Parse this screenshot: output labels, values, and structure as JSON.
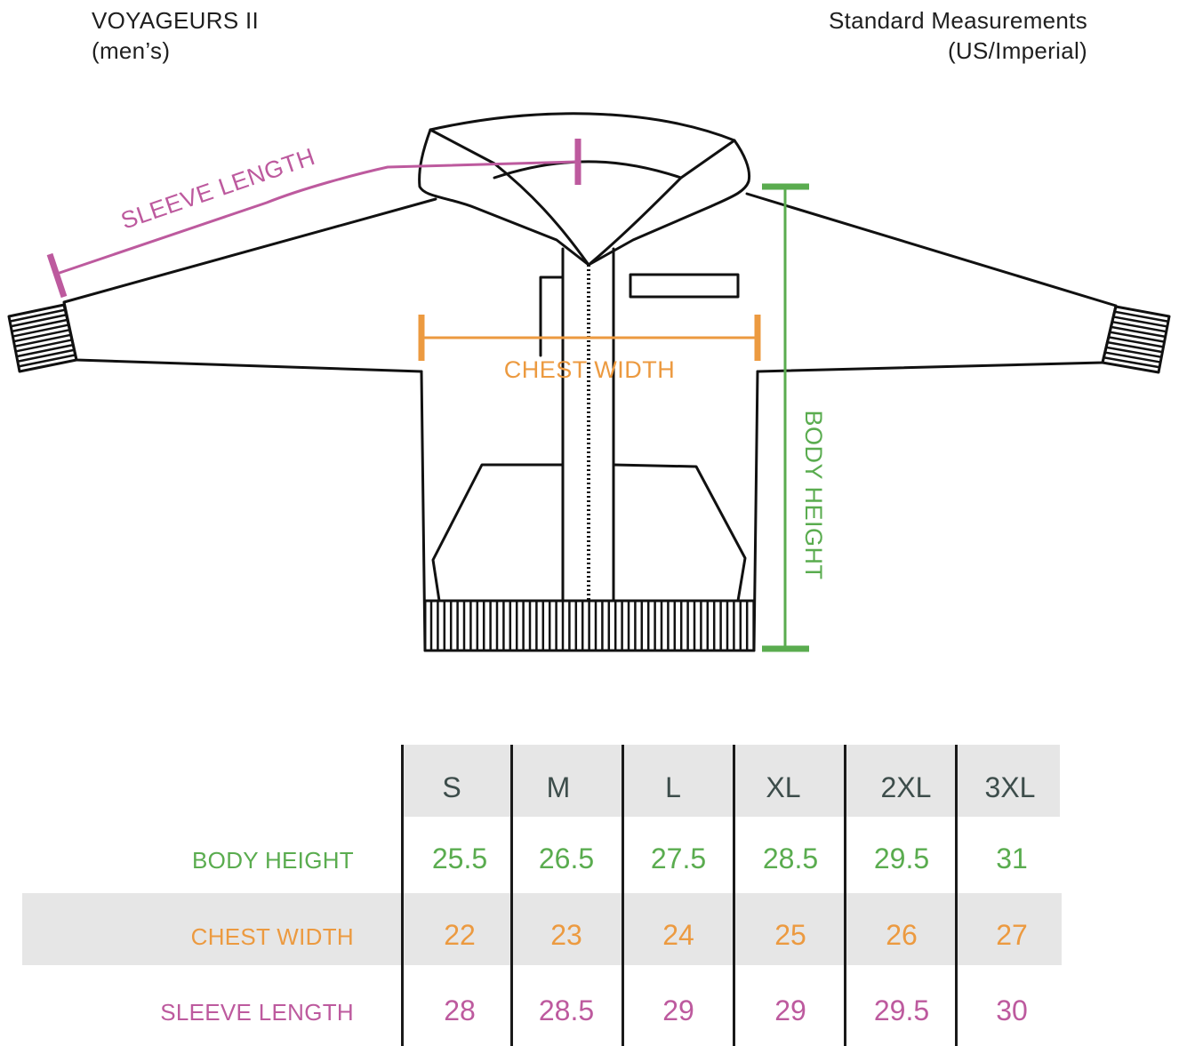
{
  "header": {
    "product_name": "VOYAGEURS II",
    "gender": "(men’s)",
    "measurement_system": "Standard Measurements",
    "units": "(US/Imperial)"
  },
  "diagram": {
    "sleeve_label": "SLEEVE LENGTH",
    "chest_label": "CHEST WIDTH",
    "body_label": "BODY HEIGHT"
  },
  "colors": {
    "body_height": "#5aac4f",
    "chest_width": "#ec9a40",
    "sleeve_length": "#bd5a9e",
    "size_text": "#3d4d4b",
    "band": "#e6e6e6"
  },
  "table": {
    "sizes": [
      "S",
      "M",
      "L",
      "XL",
      "2XL",
      "3XL"
    ],
    "rows": [
      {
        "label": "BODY HEIGHT",
        "values": [
          "25.5",
          "26.5",
          "27.5",
          "28.5",
          "29.5",
          "31"
        ]
      },
      {
        "label": "CHEST WIDTH",
        "values": [
          "22",
          "23",
          "24",
          "25",
          "26",
          "27"
        ]
      },
      {
        "label": "SLEEVE LENGTH",
        "values": [
          "28",
          "28.5",
          "29",
          "29",
          "29.5",
          "30"
        ]
      }
    ]
  }
}
